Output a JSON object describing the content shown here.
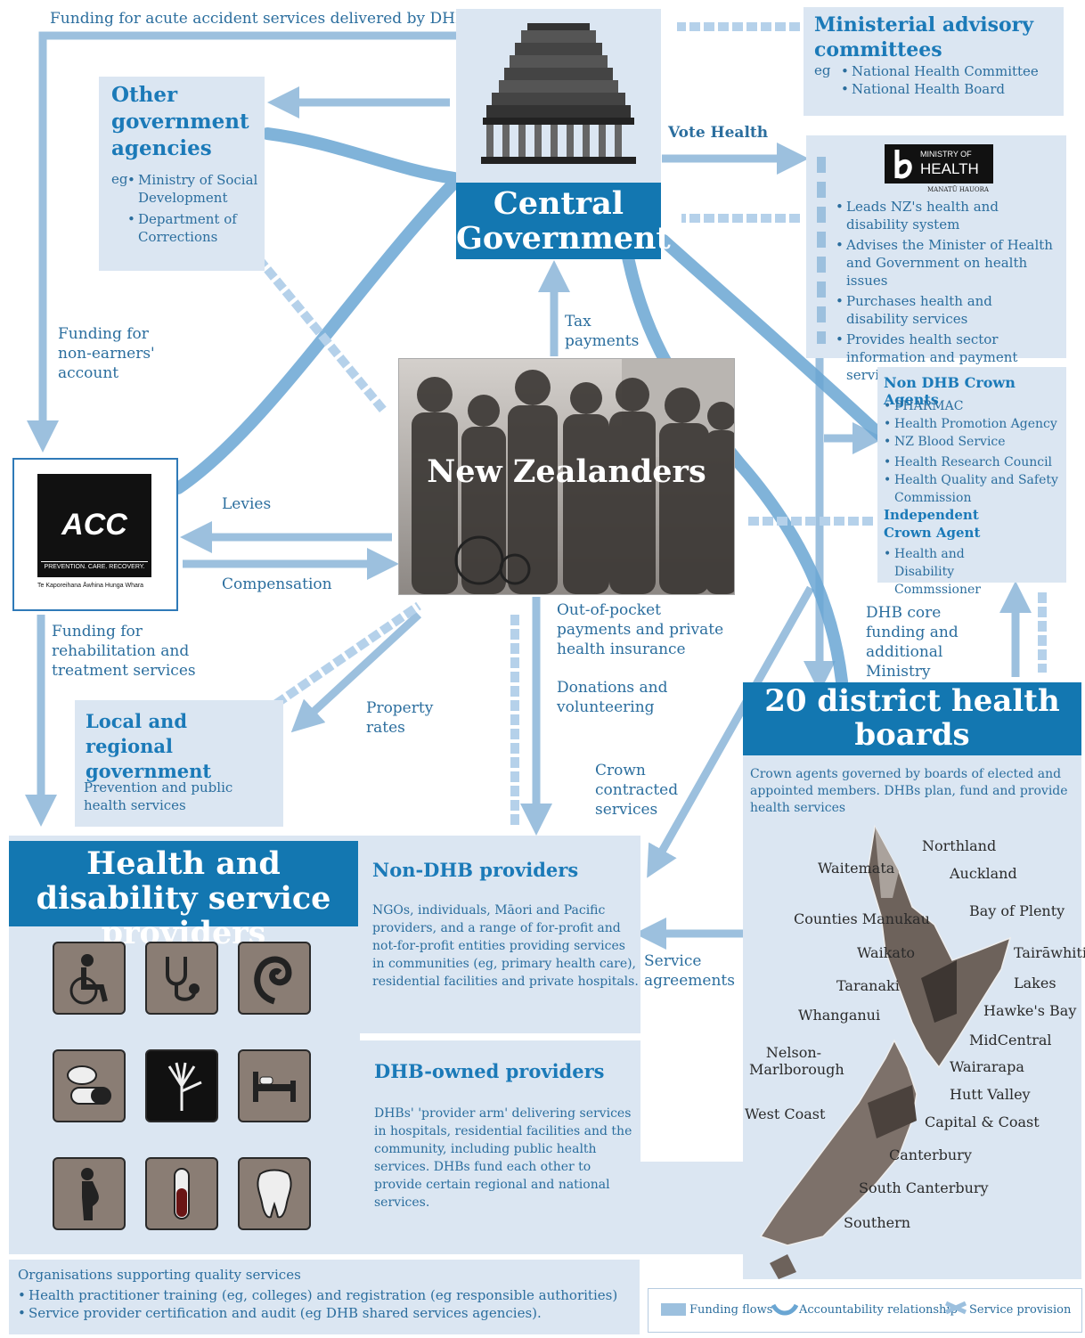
{
  "top_funding_label": "Funding for acute accident services delivered by DHBs",
  "ministerial": {
    "title": "Ministerial advisory committees",
    "eg": "eg",
    "items": [
      "National Health Committee",
      "National Health Board"
    ]
  },
  "other_gov": {
    "title": "Other government agencies",
    "eg": "eg",
    "items": [
      "Ministry of Social Development",
      "Department of Corrections"
    ]
  },
  "central_gov": {
    "title": "Central Government"
  },
  "vote_health": "Vote Health",
  "moh": {
    "logo_line1": "MINISTRY OF",
    "logo_line2": "HEALTH",
    "logo_sub": "MANATŪ HAUORA",
    "items": [
      "Leads NZ's health and disability system",
      "Advises the Minister of Health and Government on health issues",
      "Purchases health and disability services",
      "Provides health sector information and payment services"
    ]
  },
  "non_dhb_crown": {
    "title": "Non DHB Crown Agents",
    "items": [
      "PHARMAC",
      "Health Promotion Agency",
      "NZ Blood Service",
      "Health Research Council",
      "Health Quality and Safety Commission"
    ],
    "ica_title": "Independent Crown Agent",
    "ica_items": [
      "Health and Disability Commssioner"
    ]
  },
  "funding_non_earners": "Funding for non-earners' account",
  "tax_payments": "Tax payments",
  "new_zealanders": "New Zealanders",
  "acc": {
    "logo": "ACC",
    "tagline": "PREVENTION. CARE. RECOVERY.",
    "maori": "Te Kaporeihana Āwhina Hunga Whara"
  },
  "levies": "Levies",
  "compensation": "Compensation",
  "funding_rehab": "Funding for rehabilitation and treatment services",
  "out_of_pocket": "Out-of-pocket payments and private health insurance",
  "donations": "Donations and volunteering",
  "dhb_core": "DHB core funding and additional Ministry contracts",
  "property_rates": "Property rates",
  "local_gov": {
    "title": "Local and regional government",
    "desc": "Prevention and public health services"
  },
  "crown_contracted": "Crown contracted services",
  "dhb": {
    "title": "20 district health boards",
    "desc": "Crown agents governed by boards of elected and appointed members. DHBs plan, fund and provide health services"
  },
  "providers": {
    "title": "Health and disability service providers"
  },
  "non_dhb_providers": {
    "title": "Non-DHB providers",
    "desc": "NGOs, individuals, Māori and Pacific providers, and a range of for-profit and not-for-profit entities providing services in communities (eg, primary health care), residential facilities and private hospitals."
  },
  "service_agreements": "Service agreements",
  "dhb_owned": {
    "title": "DHB-owned providers",
    "desc": "DHBs' 'provider arm' delivering services in hospitals, residential facilities and the community, including public health services. DHBs fund each other to provide certain regional and national services."
  },
  "regions": [
    "Northland",
    "Waitemata",
    "Auckland",
    "Counties Manukau",
    "Bay of Plenty",
    "Waikato",
    "Tairāwhiti",
    "Taranaki",
    "Lakes",
    "Hawke's Bay",
    "Whanganui",
    "MidCentral",
    "Nelson-Marlborough",
    "Wairarapa",
    "Hutt Valley",
    "West Coast",
    "Capital & Coast",
    "Canterbury",
    "South Canterbury",
    "Southern"
  ],
  "support": {
    "title": "Organisations supporting quality services",
    "items": [
      "Health practitioner training (eg, colleges) and registration (eg responsible authorities)",
      "Service provider certification and audit (eg DHB shared services agencies)."
    ]
  },
  "legend": {
    "funding": "Funding flows",
    "accountability": "Accountability relationship",
    "service": "Service provision"
  },
  "icons": [
    "wheelchair-icon",
    "stethoscope-icon",
    "koru-icon",
    "pills-icon",
    "xray-hand-icon",
    "hospital-bed-icon",
    "pregnant-woman-icon",
    "test-tube-icon",
    "tooth-icon"
  ],
  "colors": {
    "dark_blue": "#1377b1",
    "light_box": "#dbe6f2",
    "flow": "#9cc0de"
  }
}
